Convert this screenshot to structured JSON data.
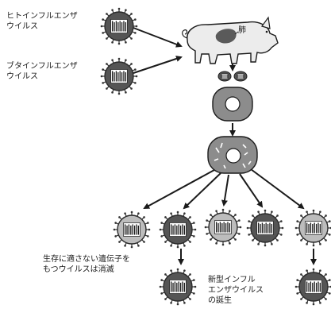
{
  "labels": {
    "human_virus": "ヒトインフルエンザ\nウイルス",
    "swine_virus": "ブタインフルエンザ\nウイルス",
    "pig_lung": "肺",
    "eliminated": "生存に適さない遺伝子を\nもつウイルスは消滅",
    "new_virus": "新型インフル\nエンザウイルス\nの誕生"
  },
  "colors": {
    "ink": "#1a1a1a",
    "virus_core": "#ffffff",
    "virus_ring": "#2a2a2a",
    "virus_spike": "#333333",
    "pig_body": "#ececec",
    "lung": "#5a5a5a",
    "cell": "#8c8c8c",
    "nucleus": "#ffffff"
  }
}
